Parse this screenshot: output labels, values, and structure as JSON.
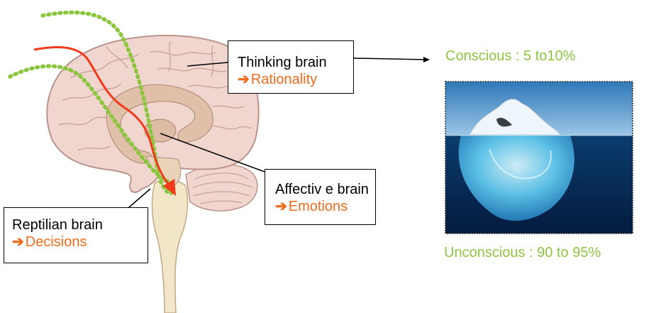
{
  "labels": {
    "thinking": {
      "title": "Thinking brain",
      "sub": "Rationality"
    },
    "affective": {
      "title": "Affectiv e brain",
      "sub": "Emotions"
    },
    "reptilian": {
      "title": "Reptilian brain",
      "sub": "Decisions"
    }
  },
  "iceberg": {
    "conscious": "Conscious : 5 to10%",
    "unconscious": "Unconscious : 90 to 95%"
  },
  "colors": {
    "accent_orange": "#f26a1b",
    "accent_green": "#8cc63f",
    "brain": "#f1d6cf",
    "brain_outline": "#b9948c",
    "brainstem": "#f2e6c8"
  }
}
